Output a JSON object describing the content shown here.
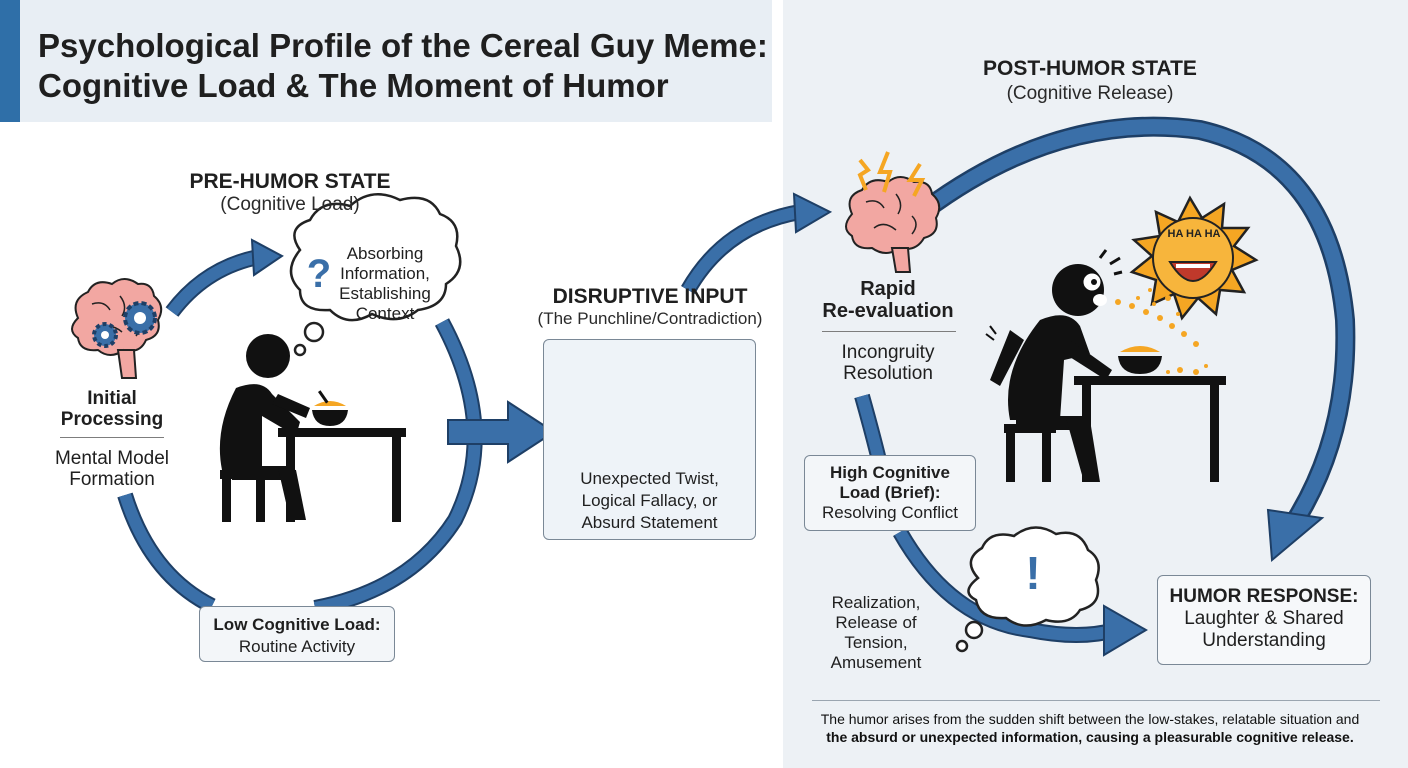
{
  "title": {
    "line1": "Psychological Profile of the Cereal Guy Meme:",
    "line2": "Cognitive Load & The Moment of Humor"
  },
  "pre_humor": {
    "heading": "PRE-HUMOR STATE",
    "sub": "(Cognitive Load)"
  },
  "thought_left": {
    "line1": "Absorbing",
    "line2": "Information,",
    "line3": "Establishing",
    "line4": "Context",
    "icon": "?"
  },
  "initial": {
    "line1": "Initial",
    "line2": "Processing",
    "desc1": "Mental Model",
    "desc2": "Formation"
  },
  "low_load": {
    "line1": "Low Cognitive Load:",
    "line2": "Routine Activity"
  },
  "disruptive": {
    "heading": "DISRUPTIVE INPUT",
    "sub": "(The Punchline/Contradiction)",
    "line1": "Unexpected Twist,",
    "line2": "Logical Fallacy, or",
    "line3": "Absurd Statement"
  },
  "post_humor": {
    "heading": "POST-HUMOR STATE",
    "sub": "(Cognitive Release)"
  },
  "rapid": {
    "line1": "Rapid",
    "line2": "Re-evaluation",
    "desc1": "Incongruity",
    "desc2": "Resolution"
  },
  "haha": {
    "text": "HA HA HA"
  },
  "high_load": {
    "line1": "High Cognitive",
    "line2": "Load (Brief):",
    "line3": "Resolving Conflict"
  },
  "realization": {
    "line1": "Realization,",
    "line2": "Release of",
    "line3": "Tension,",
    "line4": "Amusement",
    "icon": "!"
  },
  "humor_response": {
    "line1": "HUMOR RESPONSE:",
    "line2": "Laughter & Shared",
    "line3": "Understanding"
  },
  "footer": {
    "line1": "The humor arises from the sudden shift between the low-stakes, relatable situation and",
    "line2": "the absurd or unexpected information, causing a pleasurable cognitive release."
  },
  "colors": {
    "arrow": "#3a6fa8",
    "arrow_dark": "#1e3f66",
    "figure": "#111111",
    "brain": "#f2a7a2",
    "burst": "#f5a623",
    "title_accent": "#2f6fa8",
    "panel": "#edf1f5"
  }
}
